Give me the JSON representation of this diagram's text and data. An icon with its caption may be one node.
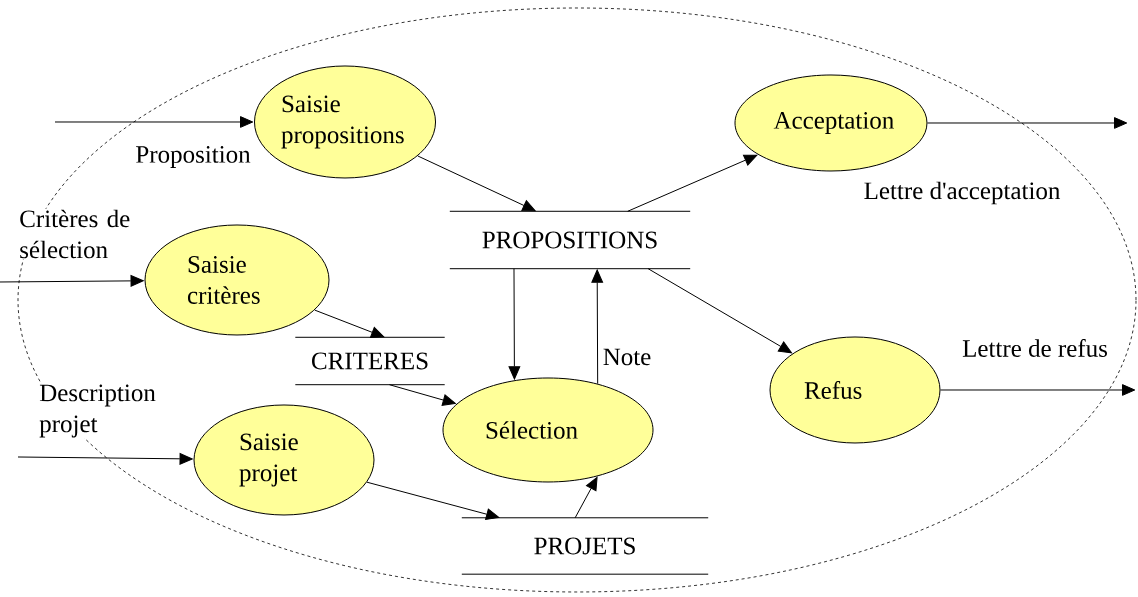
{
  "diagram": {
    "nodes": [
      {
        "text": [],
        "shape": "ellipse"
      },
      {
        "text": [
          "Saisie propositions"
        ],
        "in": 0
      },
      {
        "text": [
          "Acceptation"
        ],
        "in": 0
      },
      {
        "text": [
          "Saisie critères"
        ],
        "in": 0
      },
      {
        "text": [
          "PROPOSITIONS"
        ],
        "in": 0
      },
      {
        "text": [
          "CRITERES"
        ],
        "in": 0
      },
      {
        "text": [
          "Sélection"
        ],
        "in": 0
      },
      {
        "text": [
          "Refus"
        ],
        "in": 0
      },
      {
        "text": [
          "Saisie projet"
        ],
        "in": 0
      },
      {
        "text": [
          "PROJETS"
        ],
        "in": 0
      }
    ],
    "edges": [
      {
        "from": null,
        "to": 1,
        "arrow": "to",
        "label": "Proposition"
      },
      {
        "from": null,
        "to": 3,
        "arrow": "to",
        "label": "Critères de sélection"
      },
      {
        "from": null,
        "to": 8,
        "arrow": "to",
        "label": "Description projet"
      },
      {
        "from": 1,
        "to": 4,
        "arrow": "to"
      },
      {
        "from": 4,
        "to": 2,
        "arrow": "to"
      },
      {
        "from": 2,
        "to": null,
        "arrow": "to",
        "label": "Lettre d'acceptation"
      },
      {
        "from": 4,
        "to": 6,
        "arrow": "to"
      },
      {
        "from": 6,
        "to": 4,
        "arrow": "to",
        "label": "Note"
      },
      {
        "from": 4,
        "to": 7,
        "arrow": "to"
      },
      {
        "from": 7,
        "to": null,
        "arrow": "to",
        "label": "Lettre de refus"
      },
      {
        "from": 3,
        "to": 5,
        "arrow": "to"
      },
      {
        "from": 5,
        "to": 6,
        "arrow": "to"
      },
      {
        "from": 8,
        "to": 9,
        "arrow": "to"
      },
      {
        "from": 9,
        "to": 6,
        "arrow": "to"
      }
    ]
  }
}
